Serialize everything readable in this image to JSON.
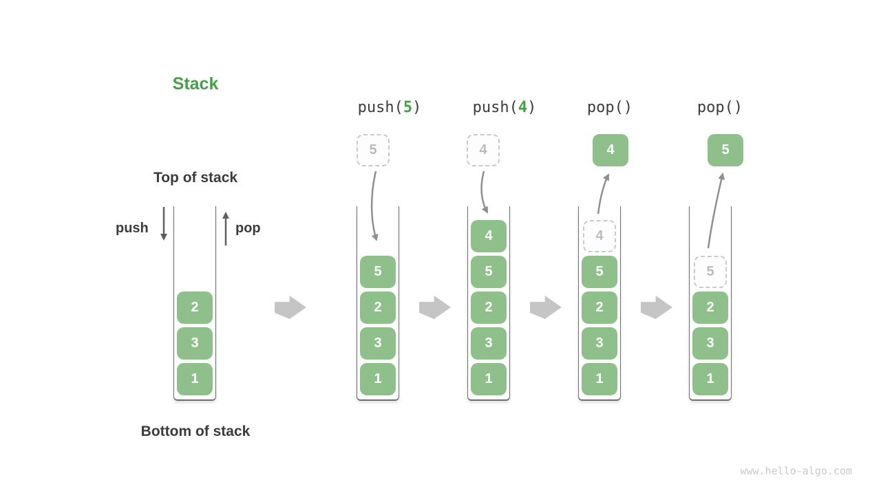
{
  "header": {
    "title": "Stack"
  },
  "labels": {
    "top_of_stack": "Top of stack",
    "bottom_of_stack": "Bottom of stack",
    "push": "push",
    "pop": "pop"
  },
  "watermark": "www.hello-algo.com",
  "colors": {
    "green": "#43A047",
    "box_green": "#8FC08B",
    "text_dark": "#3B3B3B",
    "ghost_text": "#BBBBBB",
    "ghost_border": "#C9C9C9",
    "container_border": "#6E6E6E",
    "block_arrow": "#C5C5C5",
    "watermark": "#C9C9C9"
  },
  "operations": [
    {
      "prefix": "push(",
      "arg": "5",
      "suffix": ")",
      "float": {
        "value": "5",
        "style": "ghost"
      }
    },
    {
      "prefix": "push(",
      "arg": "4",
      "suffix": ")",
      "float": {
        "value": "4",
        "style": "ghost"
      }
    },
    {
      "prefix": "pop()",
      "arg": "",
      "suffix": "",
      "float": {
        "value": "4",
        "style": "solid"
      }
    },
    {
      "prefix": "pop()",
      "arg": "",
      "suffix": "",
      "float": {
        "value": "5",
        "style": "solid"
      }
    }
  ],
  "stacks": [
    {
      "state": "initial",
      "items": [
        {
          "value": "2"
        },
        {
          "value": "3"
        },
        {
          "value": "1"
        }
      ]
    },
    {
      "state": "after push(5)",
      "items": [
        {
          "value": "5"
        },
        {
          "value": "2"
        },
        {
          "value": "3"
        },
        {
          "value": "1"
        }
      ]
    },
    {
      "state": "after push(4)",
      "items": [
        {
          "value": "4"
        },
        {
          "value": "5"
        },
        {
          "value": "2"
        },
        {
          "value": "3"
        },
        {
          "value": "1"
        }
      ]
    },
    {
      "state": "after pop() returns 4",
      "items": [
        {
          "value": "4",
          "ghost": true
        },
        {
          "value": "5"
        },
        {
          "value": "2"
        },
        {
          "value": "3"
        },
        {
          "value": "1"
        }
      ]
    },
    {
      "state": "after pop() returns 5",
      "items": [
        {
          "value": "5",
          "ghost": true
        },
        {
          "value": "2"
        },
        {
          "value": "3"
        },
        {
          "value": "1"
        }
      ]
    }
  ]
}
